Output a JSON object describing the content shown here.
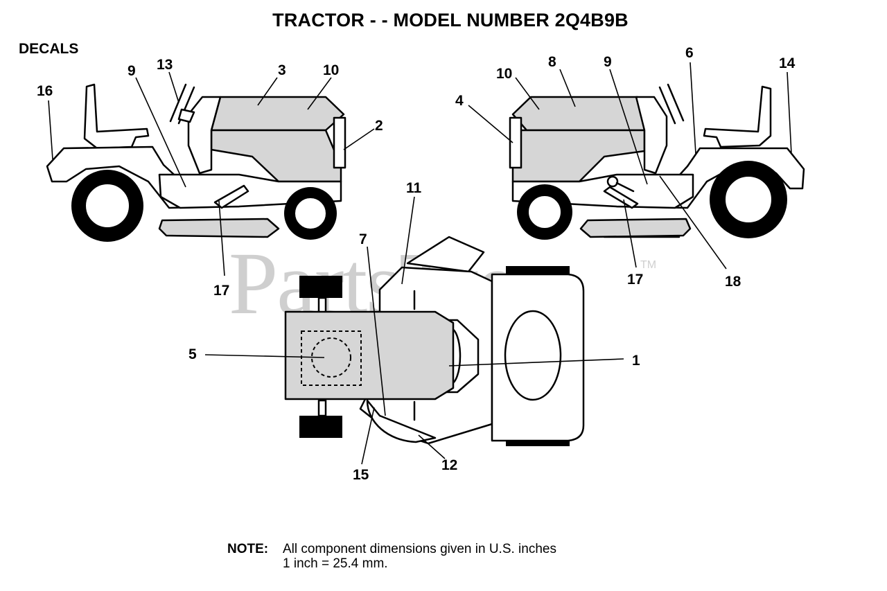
{
  "header": {
    "title": "TRACTOR - - MODEL NUMBER 2Q4B9B",
    "section": "DECALS"
  },
  "watermark": {
    "text": "PartsTree",
    "trademark": "TM"
  },
  "callouts": [
    {
      "id": "c16a",
      "label": "16"
    },
    {
      "id": "c9a",
      "label": "9"
    },
    {
      "id": "c13",
      "label": "13"
    },
    {
      "id": "c3",
      "label": "3"
    },
    {
      "id": "c10a",
      "label": "10"
    },
    {
      "id": "c2",
      "label": "2"
    },
    {
      "id": "c17a",
      "label": "17"
    },
    {
      "id": "c10b",
      "label": "10"
    },
    {
      "id": "c8",
      "label": "8"
    },
    {
      "id": "c9b",
      "label": "9"
    },
    {
      "id": "c6",
      "label": "6"
    },
    {
      "id": "c14",
      "label": "14"
    },
    {
      "id": "c4",
      "label": "4"
    },
    {
      "id": "c17b",
      "label": "17"
    },
    {
      "id": "c18",
      "label": "18"
    },
    {
      "id": "c11",
      "label": "11"
    },
    {
      "id": "c7",
      "label": "7"
    },
    {
      "id": "c5",
      "label": "5"
    },
    {
      "id": "c1",
      "label": "1"
    },
    {
      "id": "c15",
      "label": "15"
    },
    {
      "id": "c12",
      "label": "12"
    }
  ],
  "note": {
    "label": "NOTE:",
    "line1": "All component dimensions given in U.S. inches",
    "line2": "1 inch = 25.4 mm."
  }
}
